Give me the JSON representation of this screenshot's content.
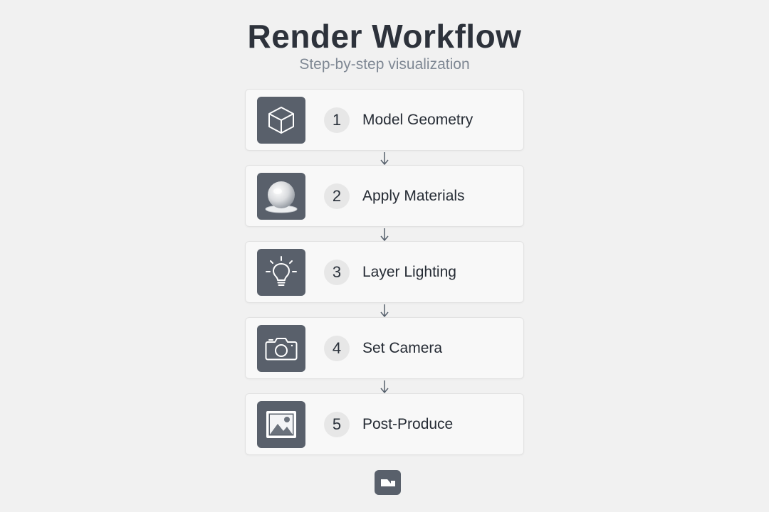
{
  "header": {
    "title": "Render Workflow",
    "subtitle": "Step-by-step visualization"
  },
  "steps": [
    {
      "number": "1",
      "label": "Model Geometry",
      "icon": "cube-icon"
    },
    {
      "number": "2",
      "label": "Apply Materials",
      "icon": "material-sphere-icon"
    },
    {
      "number": "3",
      "label": "Layer Lighting",
      "icon": "lightbulb-icon"
    },
    {
      "number": "4",
      "label": "Set Camera",
      "icon": "camera-icon"
    },
    {
      "number": "5",
      "label": "Post-Produce",
      "icon": "image-icon"
    }
  ],
  "footer": {
    "icon": "app-logo-icon"
  },
  "colors": {
    "background": "#f1f1f1",
    "card": "#f8f8f8",
    "icon_tile": "#59606b",
    "number_badge": "#e7e7e7",
    "arrow": "#56606c"
  }
}
